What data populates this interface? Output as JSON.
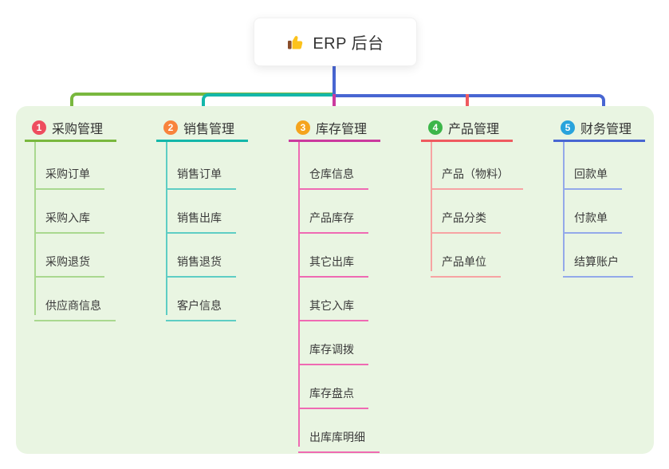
{
  "root": {
    "label": "ERP 后台",
    "icon": "thumbs-up-icon",
    "icon_colors": {
      "hand": "#fcc21c",
      "cuff": "#8a4d2b"
    }
  },
  "panel_color": "#e9f5e2",
  "root_stem_color": "#4866d2",
  "branches": [
    {
      "number": "1",
      "title": "采购管理",
      "circle_color": "#ee4d5f",
      "line_color": "#79b83e",
      "child_line_color": "#a9d88f",
      "items": [
        "采购订单",
        "采购入库",
        "采购退货",
        "供应商信息"
      ]
    },
    {
      "number": "2",
      "title": "销售管理",
      "circle_color": "#f8833c",
      "line_color": "#14b7aa",
      "child_line_color": "#5ecdc4",
      "items": [
        "销售订单",
        "销售出库",
        "销售退货",
        "客户信息"
      ]
    },
    {
      "number": "3",
      "title": "库存管理",
      "circle_color": "#f5a41d",
      "line_color": "#cb3a9e",
      "child_line_color": "#ef6ab3",
      "items": [
        "仓库信息",
        "产品库存",
        "其它出库",
        "其它入库",
        "库存调拨",
        "库存盘点",
        "出库库明细"
      ]
    },
    {
      "number": "4",
      "title": "产品管理",
      "circle_color": "#3cb649",
      "line_color": "#ef5a5f",
      "child_line_color": "#f7a3a3",
      "items": [
        "产品（物料）",
        "产品分类",
        "产品单位"
      ]
    },
    {
      "number": "5",
      "title": "财务管理",
      "circle_color": "#28a3dc",
      "line_color": "#4866d2",
      "child_line_color": "#93a9ea",
      "items": [
        "回款单",
        "付款单",
        "结算账户"
      ]
    }
  ]
}
